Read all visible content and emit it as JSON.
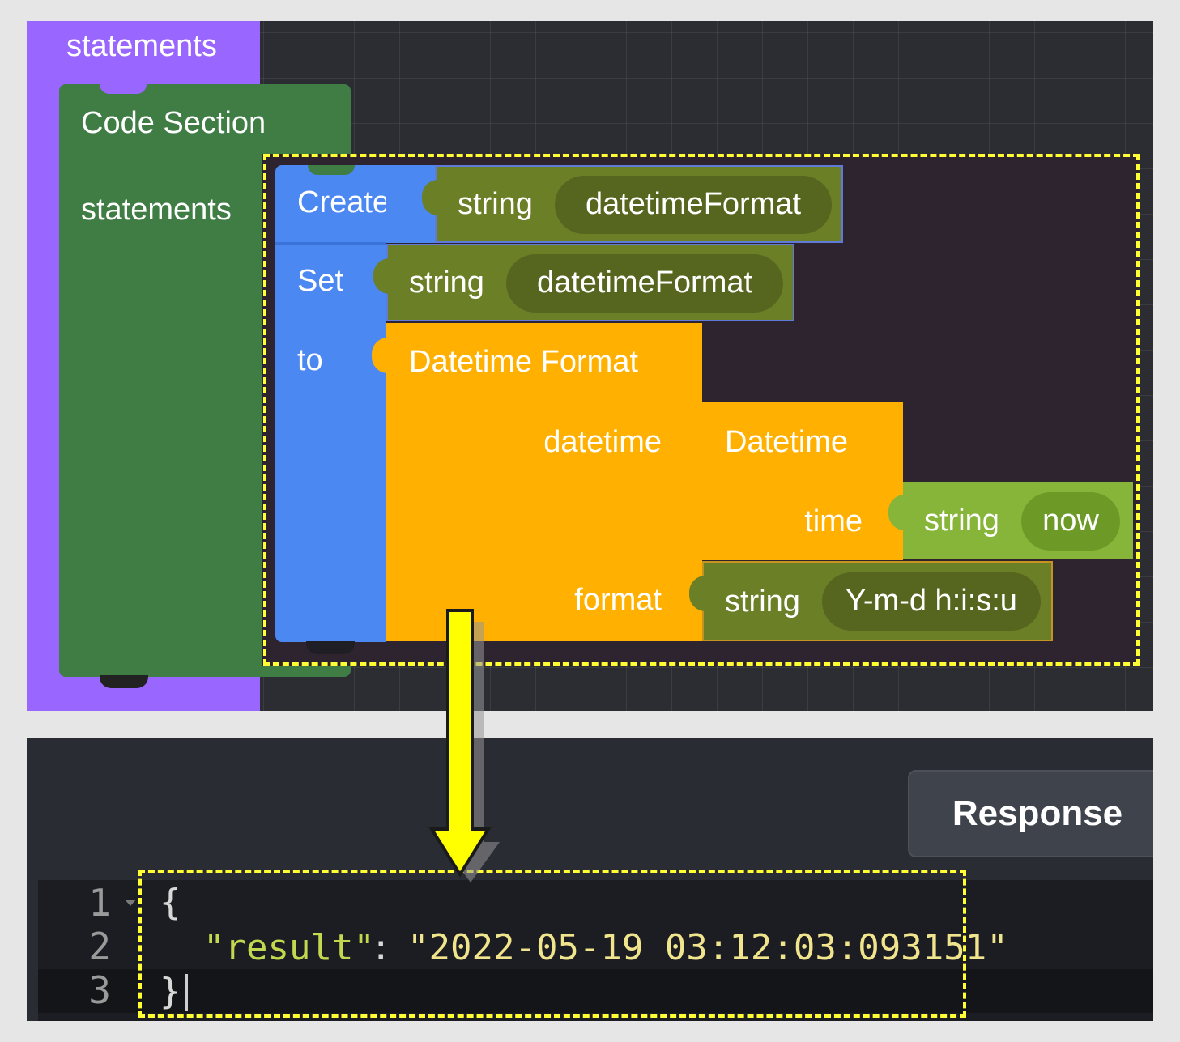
{
  "workspace": {
    "statements_block": {
      "label": "statements",
      "color": "#9966ff"
    },
    "code_section": {
      "title": "Code Section",
      "statements_label": "statements",
      "color": "#3f7d45"
    },
    "create_block": {
      "label": "Create",
      "type_label": "string",
      "var_name": "datetimeFormat",
      "color": "#4c88f2"
    },
    "set_block": {
      "label": "Set",
      "to_label": "to",
      "type_label": "string",
      "var_name": "datetimeFormat"
    },
    "datetime_format_block": {
      "label": "Datetime Format",
      "datetime_input": "datetime",
      "format_input": "format",
      "color": "#ffb000"
    },
    "datetime_block": {
      "label": "Datetime",
      "time_input": "time"
    },
    "now_string": {
      "type_label": "string",
      "value": "now",
      "color": "#86b53a"
    },
    "format_string": {
      "type_label": "string",
      "value": "Y-m-d h:i:s:u",
      "color": "#6b7f27"
    },
    "highlight_color": "#ffff33"
  },
  "response": {
    "tab_label": "Response",
    "line_numbers": [
      "1",
      "2",
      "3"
    ],
    "code": {
      "open_brace": "{",
      "key": "\"result\"",
      "colon": ":",
      "value": "\"2022-05-19 03:12:03:093151\"",
      "close_brace": "}"
    },
    "key_color": "#c3d84e",
    "value_color": "#f0e48c"
  },
  "arrow_color": "#ffff00",
  "icons": [
    "fold-arrow-icon",
    "down-arrow-icon"
  ]
}
